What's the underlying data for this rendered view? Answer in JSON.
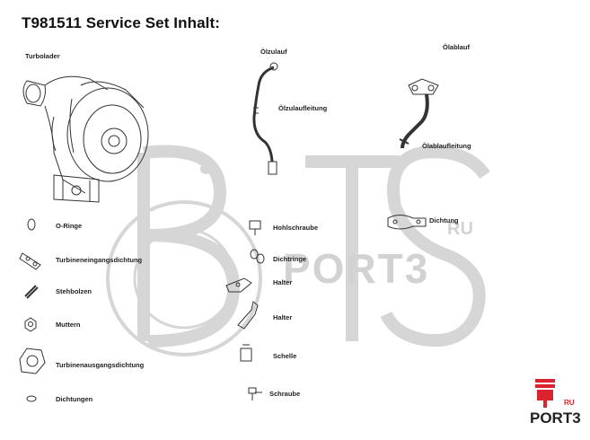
{
  "title": "T981511 Service Set Inhalt:",
  "parts": {
    "turbolader": "Turbolader",
    "olzulauf": "Ölzulauf",
    "olablauf": "Ölablauf",
    "olzulaufleitung": "Ölzulaufleitung",
    "olablaufleitung": "Ölablaufleitung",
    "o_ringe": "O-Ringe",
    "turbineneingangsdichtung": "Turbineneingangsdichtung",
    "stehbolzen": "Stehbolzen",
    "muttern": "Muttern",
    "turbinenausgangsdichtung": "Turbinenausgangsdichtung",
    "dichtungen": "Dichtungen",
    "hohlschraube": "Hohlschraube",
    "dichtringe": "Dichtringe",
    "halter1": "Halter",
    "halter2": "Halter",
    "schelle": "Schelle",
    "schraube": "Schraube",
    "dichtung": "Dichtung"
  },
  "watermark": {
    "big_letters": "BTS",
    "ru_small": "RU",
    "port3": "PORT3"
  },
  "logo": {
    "ru": "RU",
    "text": "PORT3"
  },
  "colors": {
    "watermark": "#d2d2d2",
    "logo_red": "#d9232e",
    "logo_dark": "#222222",
    "line_art": "#333333"
  }
}
